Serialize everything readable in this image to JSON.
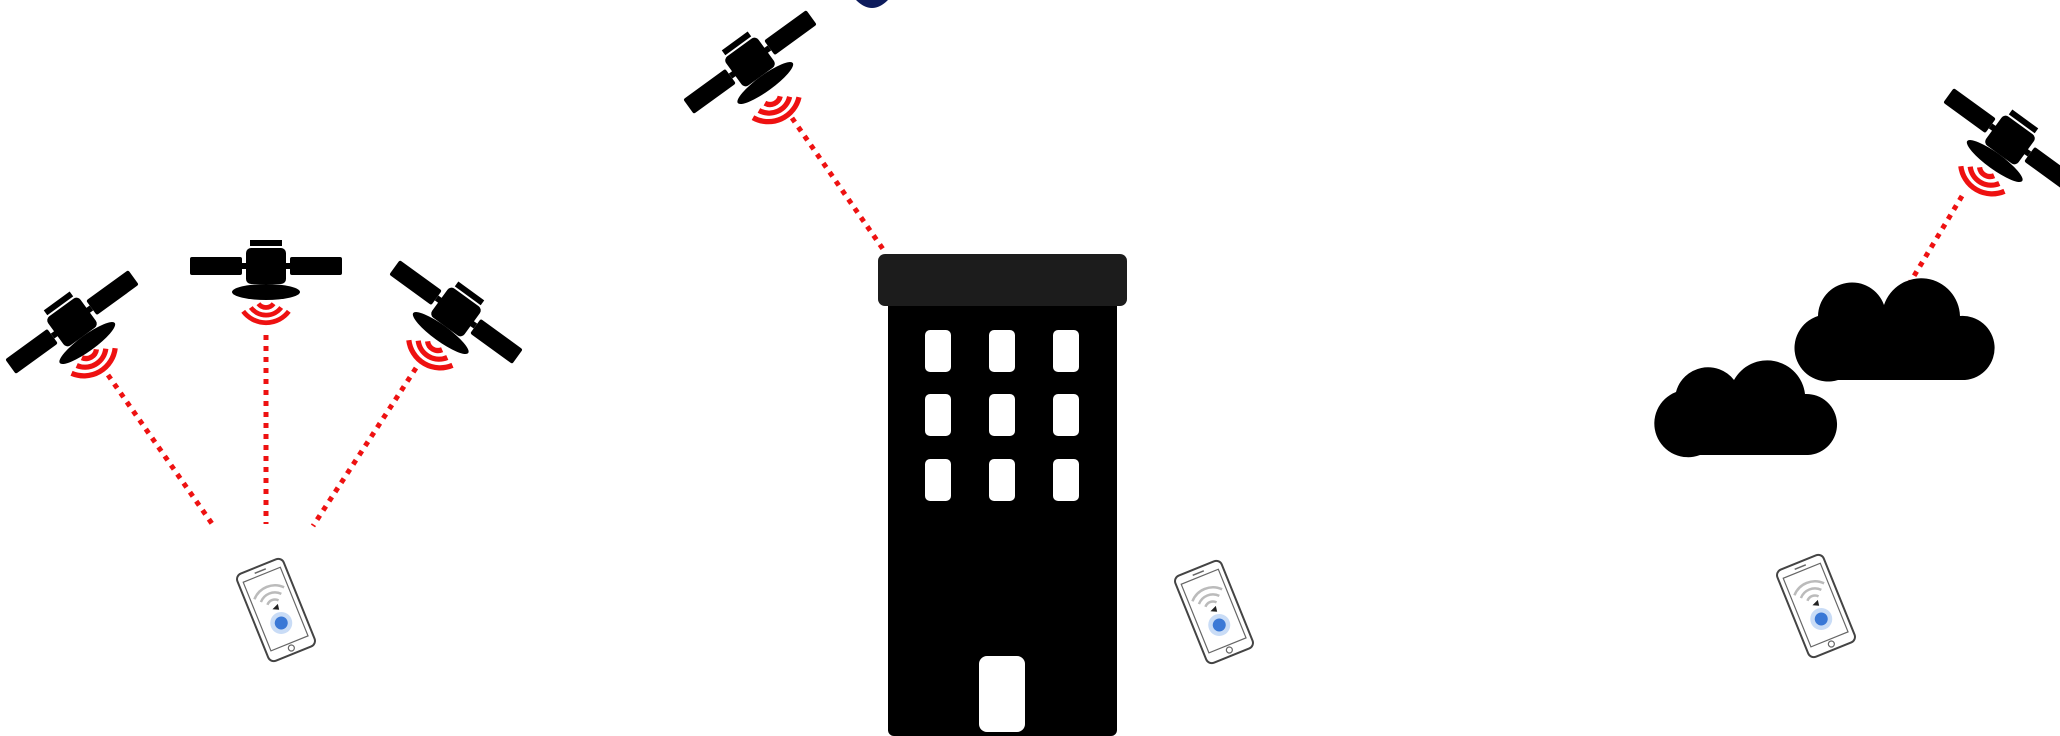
{
  "diagram": {
    "scenes": [
      {
        "id": "open-sky",
        "satellites": 3,
        "obstruction": "none",
        "signal": "clear"
      },
      {
        "id": "building",
        "satellites": 1,
        "obstruction": "building",
        "signal": "blocked"
      },
      {
        "id": "cloud",
        "satellites": 1,
        "obstruction": "cloud",
        "signal": "attenuated"
      }
    ],
    "colors": {
      "signal": "#ee1111",
      "silhouette": "#000000",
      "roof": "#1c1c1c",
      "phone_outline": "#444444",
      "phone_wifi": "#bbbbbb",
      "location_dot": "#3a78d6",
      "location_ring": "#c9dcf6",
      "partial_shape": "#0d1b5c"
    },
    "icons": [
      "satellite-icon",
      "signal-waves-icon",
      "smartphone-icon",
      "location-dot-icon",
      "building-icon",
      "cloud-icon"
    ]
  }
}
